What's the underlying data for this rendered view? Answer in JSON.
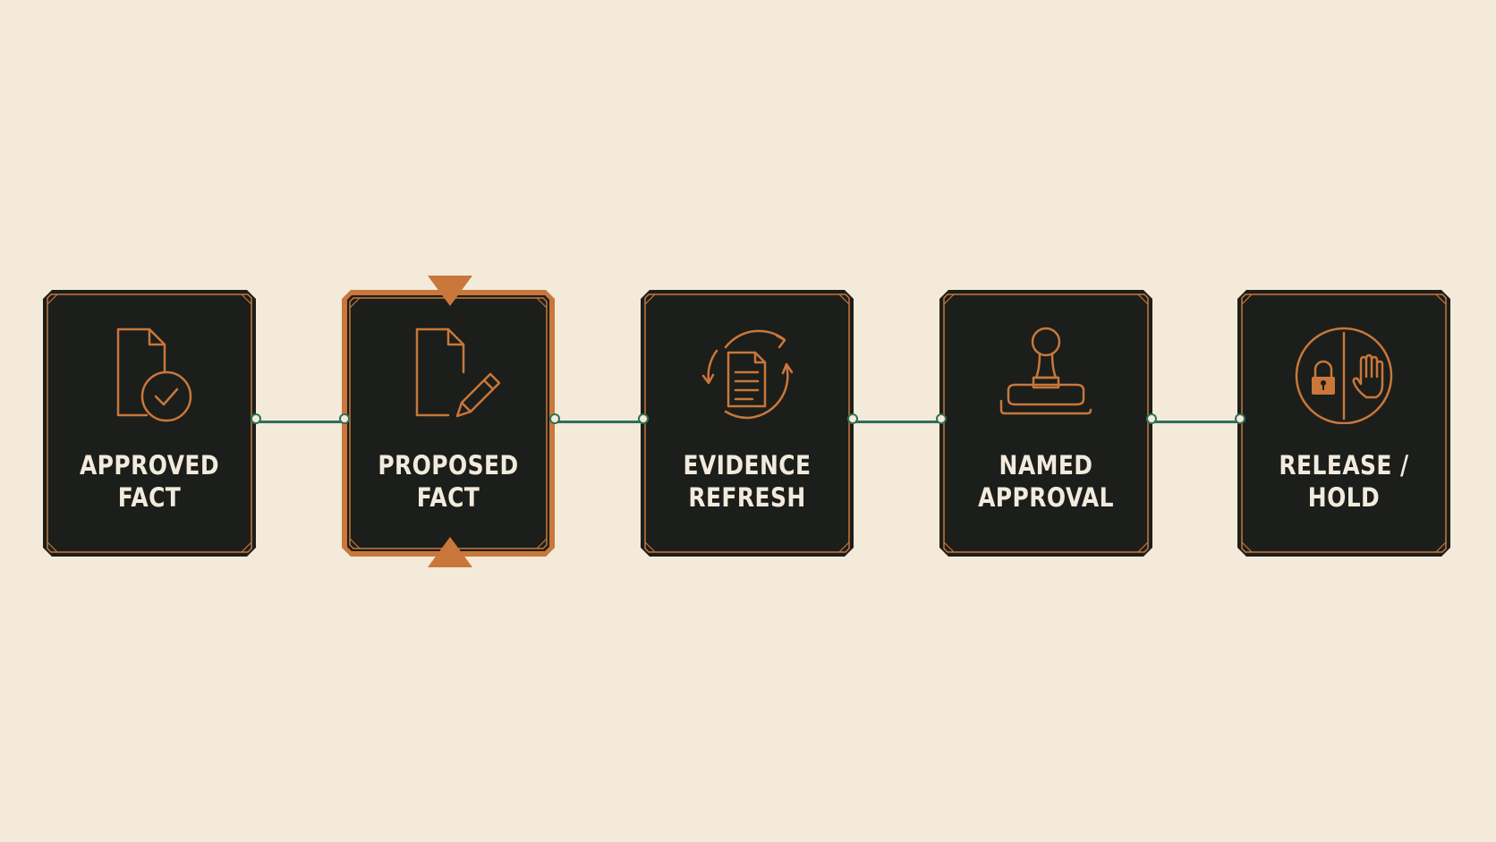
{
  "colors": {
    "background": "#f3ead9",
    "card": "#1b1e1b",
    "accent": "#c9773a",
    "connector": "#2f6f5a",
    "label": "#f2ebdd"
  },
  "steps": [
    {
      "lines": [
        "APPROVED",
        "FACT"
      ],
      "icon": "document-check-icon",
      "highlighted": false
    },
    {
      "lines": [
        "PROPOSED",
        "FACT"
      ],
      "icon": "document-pencil-icon",
      "highlighted": true
    },
    {
      "lines": [
        "EVIDENCE",
        "REFRESH"
      ],
      "icon": "document-refresh-icon",
      "highlighted": false
    },
    {
      "lines": [
        "NAMED",
        "APPROVAL"
      ],
      "icon": "rubber-stamp-icon",
      "highlighted": false
    },
    {
      "lines": [
        "RELEASE / HOLD"
      ],
      "icon": "lock-hand-icon",
      "highlighted": false
    }
  ]
}
